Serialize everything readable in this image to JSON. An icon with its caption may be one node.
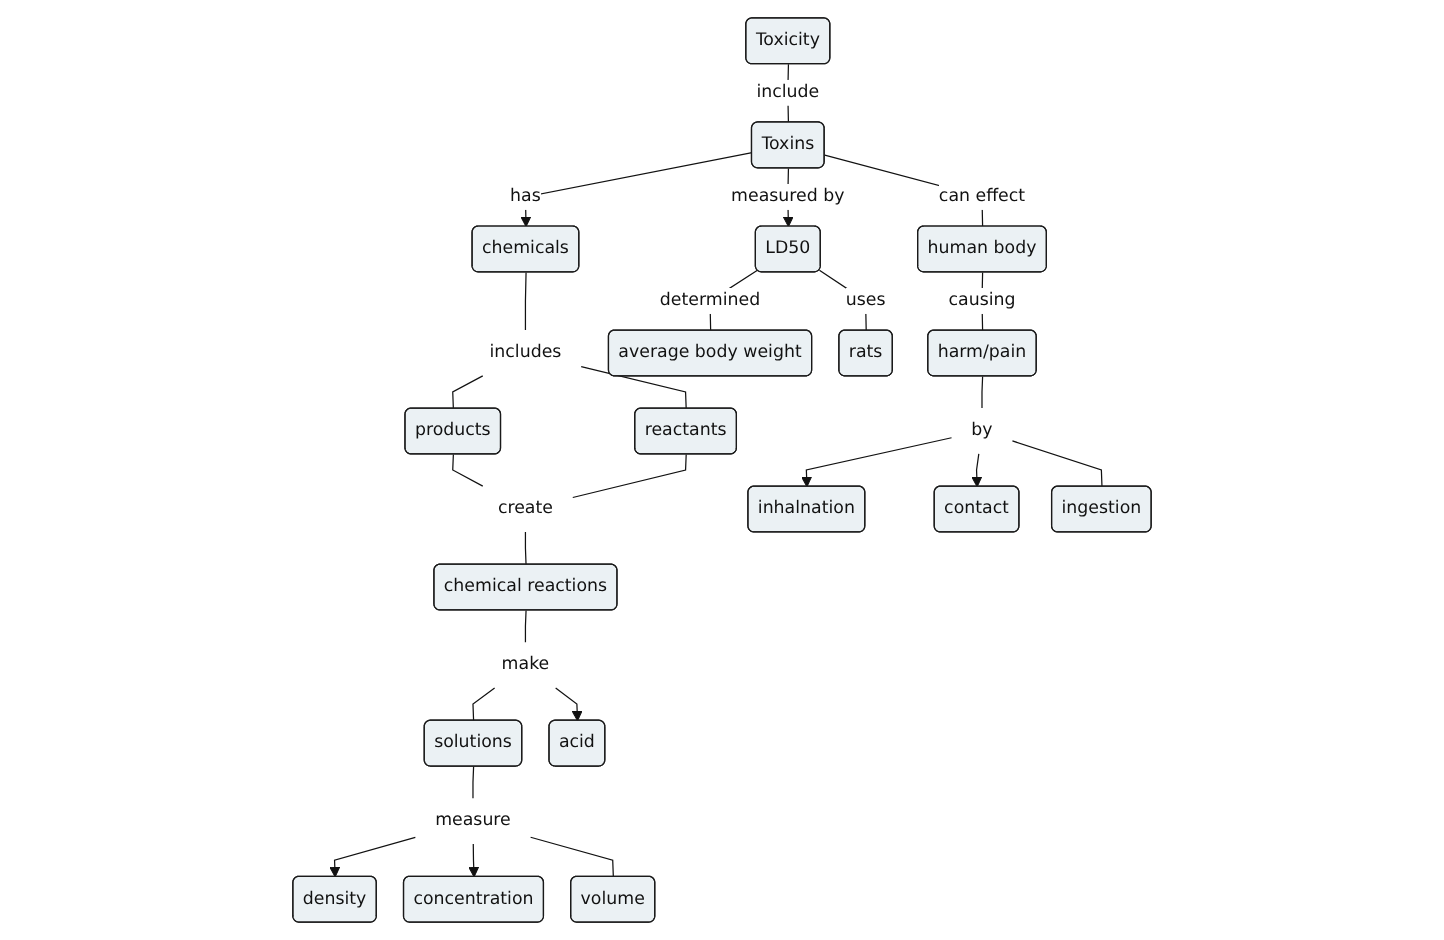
{
  "diagram": {
    "nodes": [
      {
        "text": [
          "Toxicity"
        ]
      },
      {
        "text": [
          "LD50"
        ]
      },
      {
        "text": [
          "Toxins"
        ]
      },
      {
        "text": [
          "chemicals"
        ]
      },
      {
        "text": [
          "includes"
        ]
      },
      {
        "text": [
          "average body weight"
        ]
      },
      {
        "text": [
          "rats"
        ]
      },
      {
        "text": [
          "human body"
        ]
      },
      {
        "text": [
          "products"
        ]
      },
      {
        "text": [
          "reactants"
        ]
      },
      {
        "text": [
          "create"
        ]
      },
      {
        "text": [
          "harm/pain"
        ]
      },
      {
        "text": [
          "inhalnation"
        ]
      },
      {
        "text": [
          "by"
        ]
      },
      {
        "text": [
          "contact"
        ]
      },
      {
        "text": [
          "chemical reactions"
        ]
      },
      {
        "text": [
          "ingestion"
        ]
      },
      {
        "text": [
          "make"
        ]
      },
      {
        "text": [
          "solutions"
        ]
      },
      {
        "text": [
          "acid"
        ]
      },
      {
        "text": [
          "density"
        ]
      },
      {
        "text": [
          "measure"
        ]
      },
      {
        "text": [
          "concentration"
        ]
      },
      {
        "text": [
          "volume"
        ]
      }
    ],
    "edges": [
      {
        "from": 0,
        "to": 2,
        "arrow": "none",
        "label": "include"
      },
      {
        "from": 2,
        "to": 1,
        "arrow": "to",
        "label": "measured by"
      },
      {
        "from": 2,
        "to": 3,
        "arrow": "to",
        "label": "has"
      },
      {
        "from": 1,
        "to": 5,
        "arrow": "none",
        "label": "determined"
      },
      {
        "from": 1,
        "to": 6,
        "arrow": "none",
        "label": "uses"
      },
      {
        "from": 2,
        "to": 7,
        "arrow": "none",
        "label": "can effect"
      },
      {
        "from": 3,
        "to": 4,
        "arrow": "none"
      },
      {
        "from": 4,
        "to": 8,
        "arrow": "none"
      },
      {
        "from": 4,
        "to": 9,
        "arrow": "none"
      },
      {
        "from": 8,
        "to": 10,
        "arrow": "none"
      },
      {
        "from": 9,
        "to": 10,
        "arrow": "none"
      },
      {
        "from": 10,
        "to": 15,
        "arrow": "none"
      },
      {
        "from": 7,
        "to": 11,
        "arrow": "none",
        "label": "causing"
      },
      {
        "from": 11,
        "to": 13,
        "arrow": "none"
      },
      {
        "from": 13,
        "to": 12,
        "arrow": "to"
      },
      {
        "from": 13,
        "to": 14,
        "arrow": "to"
      },
      {
        "from": 13,
        "to": 16,
        "arrow": "none"
      },
      {
        "from": 15,
        "to": 17,
        "arrow": "none"
      },
      {
        "from": 17,
        "to": 18,
        "arrow": "none"
      },
      {
        "from": 17,
        "to": 19,
        "arrow": "to"
      },
      {
        "from": 18,
        "to": 21,
        "arrow": "none"
      },
      {
        "from": 21,
        "to": 20,
        "arrow": "to"
      },
      {
        "from": 21,
        "to": 22,
        "arrow": "to"
      },
      {
        "from": 21,
        "to": 23,
        "arrow": "none"
      }
    ]
  }
}
